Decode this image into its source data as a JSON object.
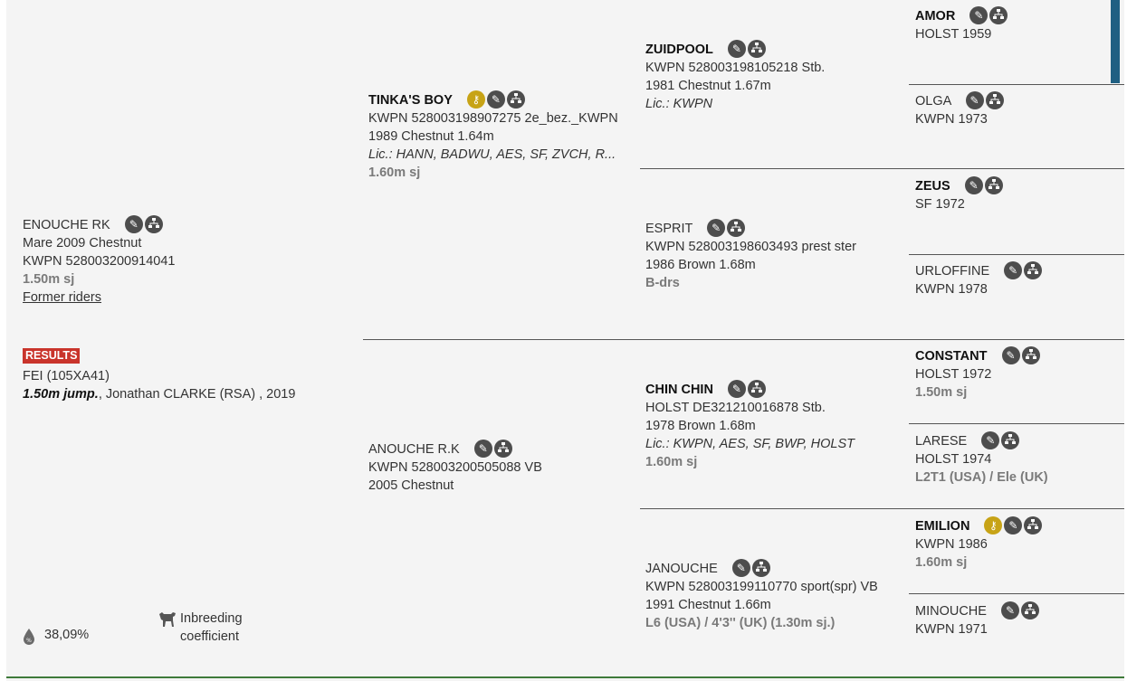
{
  "horse": {
    "name": "ENOUCHE RK",
    "line1": "Mare 2009 Chestnut",
    "line2": "KWPN 528003200914041",
    "level": "1.50m sj",
    "former_riders": "Former riders"
  },
  "results": {
    "badge": "RESULTS",
    "fei": "FEI (105XA41)",
    "event_bold": "1.50m jump.",
    "event_rest": ", Jonathan CLARKE (RSA) , 2019"
  },
  "inbreeding": {
    "value": "38,09%",
    "label": "Inbreeding coefficient"
  },
  "sire": {
    "name": "TINKA'S BOY",
    "line1": "KWPN 528003198907275 2e_bez._KWPN",
    "line2": "1989 Chestnut 1.64m",
    "lic": "Lic.: HANN, BADWU, AES, SF, ZVCH, R...",
    "level": "1.60m sj"
  },
  "dam": {
    "name": "ANOUCHE R.K",
    "line1": "KWPN 528003200505088 VB",
    "line2": "2005 Chestnut"
  },
  "ss": {
    "name": "ZUIDPOOL",
    "line1": "KWPN 528003198105218 Stb.",
    "line2": "1981 Chestnut 1.67m",
    "lic": "Lic.: KWPN"
  },
  "sd": {
    "name": "ESPRIT",
    "line1": "KWPN 528003198603493 prest ster",
    "line2": "1986 Brown 1.68m",
    "level": "B-drs"
  },
  "ds": {
    "name": "CHIN CHIN",
    "line1": "HOLST DE321210016878 Stb.",
    "line2": "1978 Brown 1.68m",
    "lic": "Lic.: KWPN, AES, SF, BWP, HOLST",
    "level": "1.60m sj"
  },
  "dd": {
    "name": "JANOUCHE",
    "line1": "KWPN 528003199110770 sport(spr) VB",
    "line2": "1991 Chestnut 1.66m",
    "level": "L6 (USA) / 4'3'' (UK) (1.30m sj.)"
  },
  "sss": {
    "name": "AMOR",
    "line1": "HOLST 1959"
  },
  "ssd": {
    "name": "OLGA",
    "line1": "KWPN 1973"
  },
  "sds": {
    "name": "ZEUS",
    "line1": "SF 1972"
  },
  "sdd": {
    "name": "URLOFFINE",
    "line1": "KWPN 1978"
  },
  "dss": {
    "name": "CONSTANT",
    "line1": "HOLST 1972",
    "level": "1.50m sj"
  },
  "dsd": {
    "name": "LARESE",
    "line1": "HOLST 1974",
    "level": "L2T1 (USA) / Ele (UK)"
  },
  "dds": {
    "name": "EMILION",
    "line1": "KWPN 1986",
    "level": "1.60m sj"
  },
  "ddd": {
    "name": "MINOUCHE",
    "line1": "KWPN 1971"
  },
  "icons": {
    "edit": "pencil-icon",
    "tree": "pedigree-tree-icon",
    "stallion": "stallion-key-icon"
  },
  "colors": {
    "results_badge": "#c9342b",
    "icon_dark": "#4d4d4d",
    "icon_gold": "#c7a316",
    "scrollbar": "#1f5f82",
    "bottom_line": "#3e7a3a"
  }
}
